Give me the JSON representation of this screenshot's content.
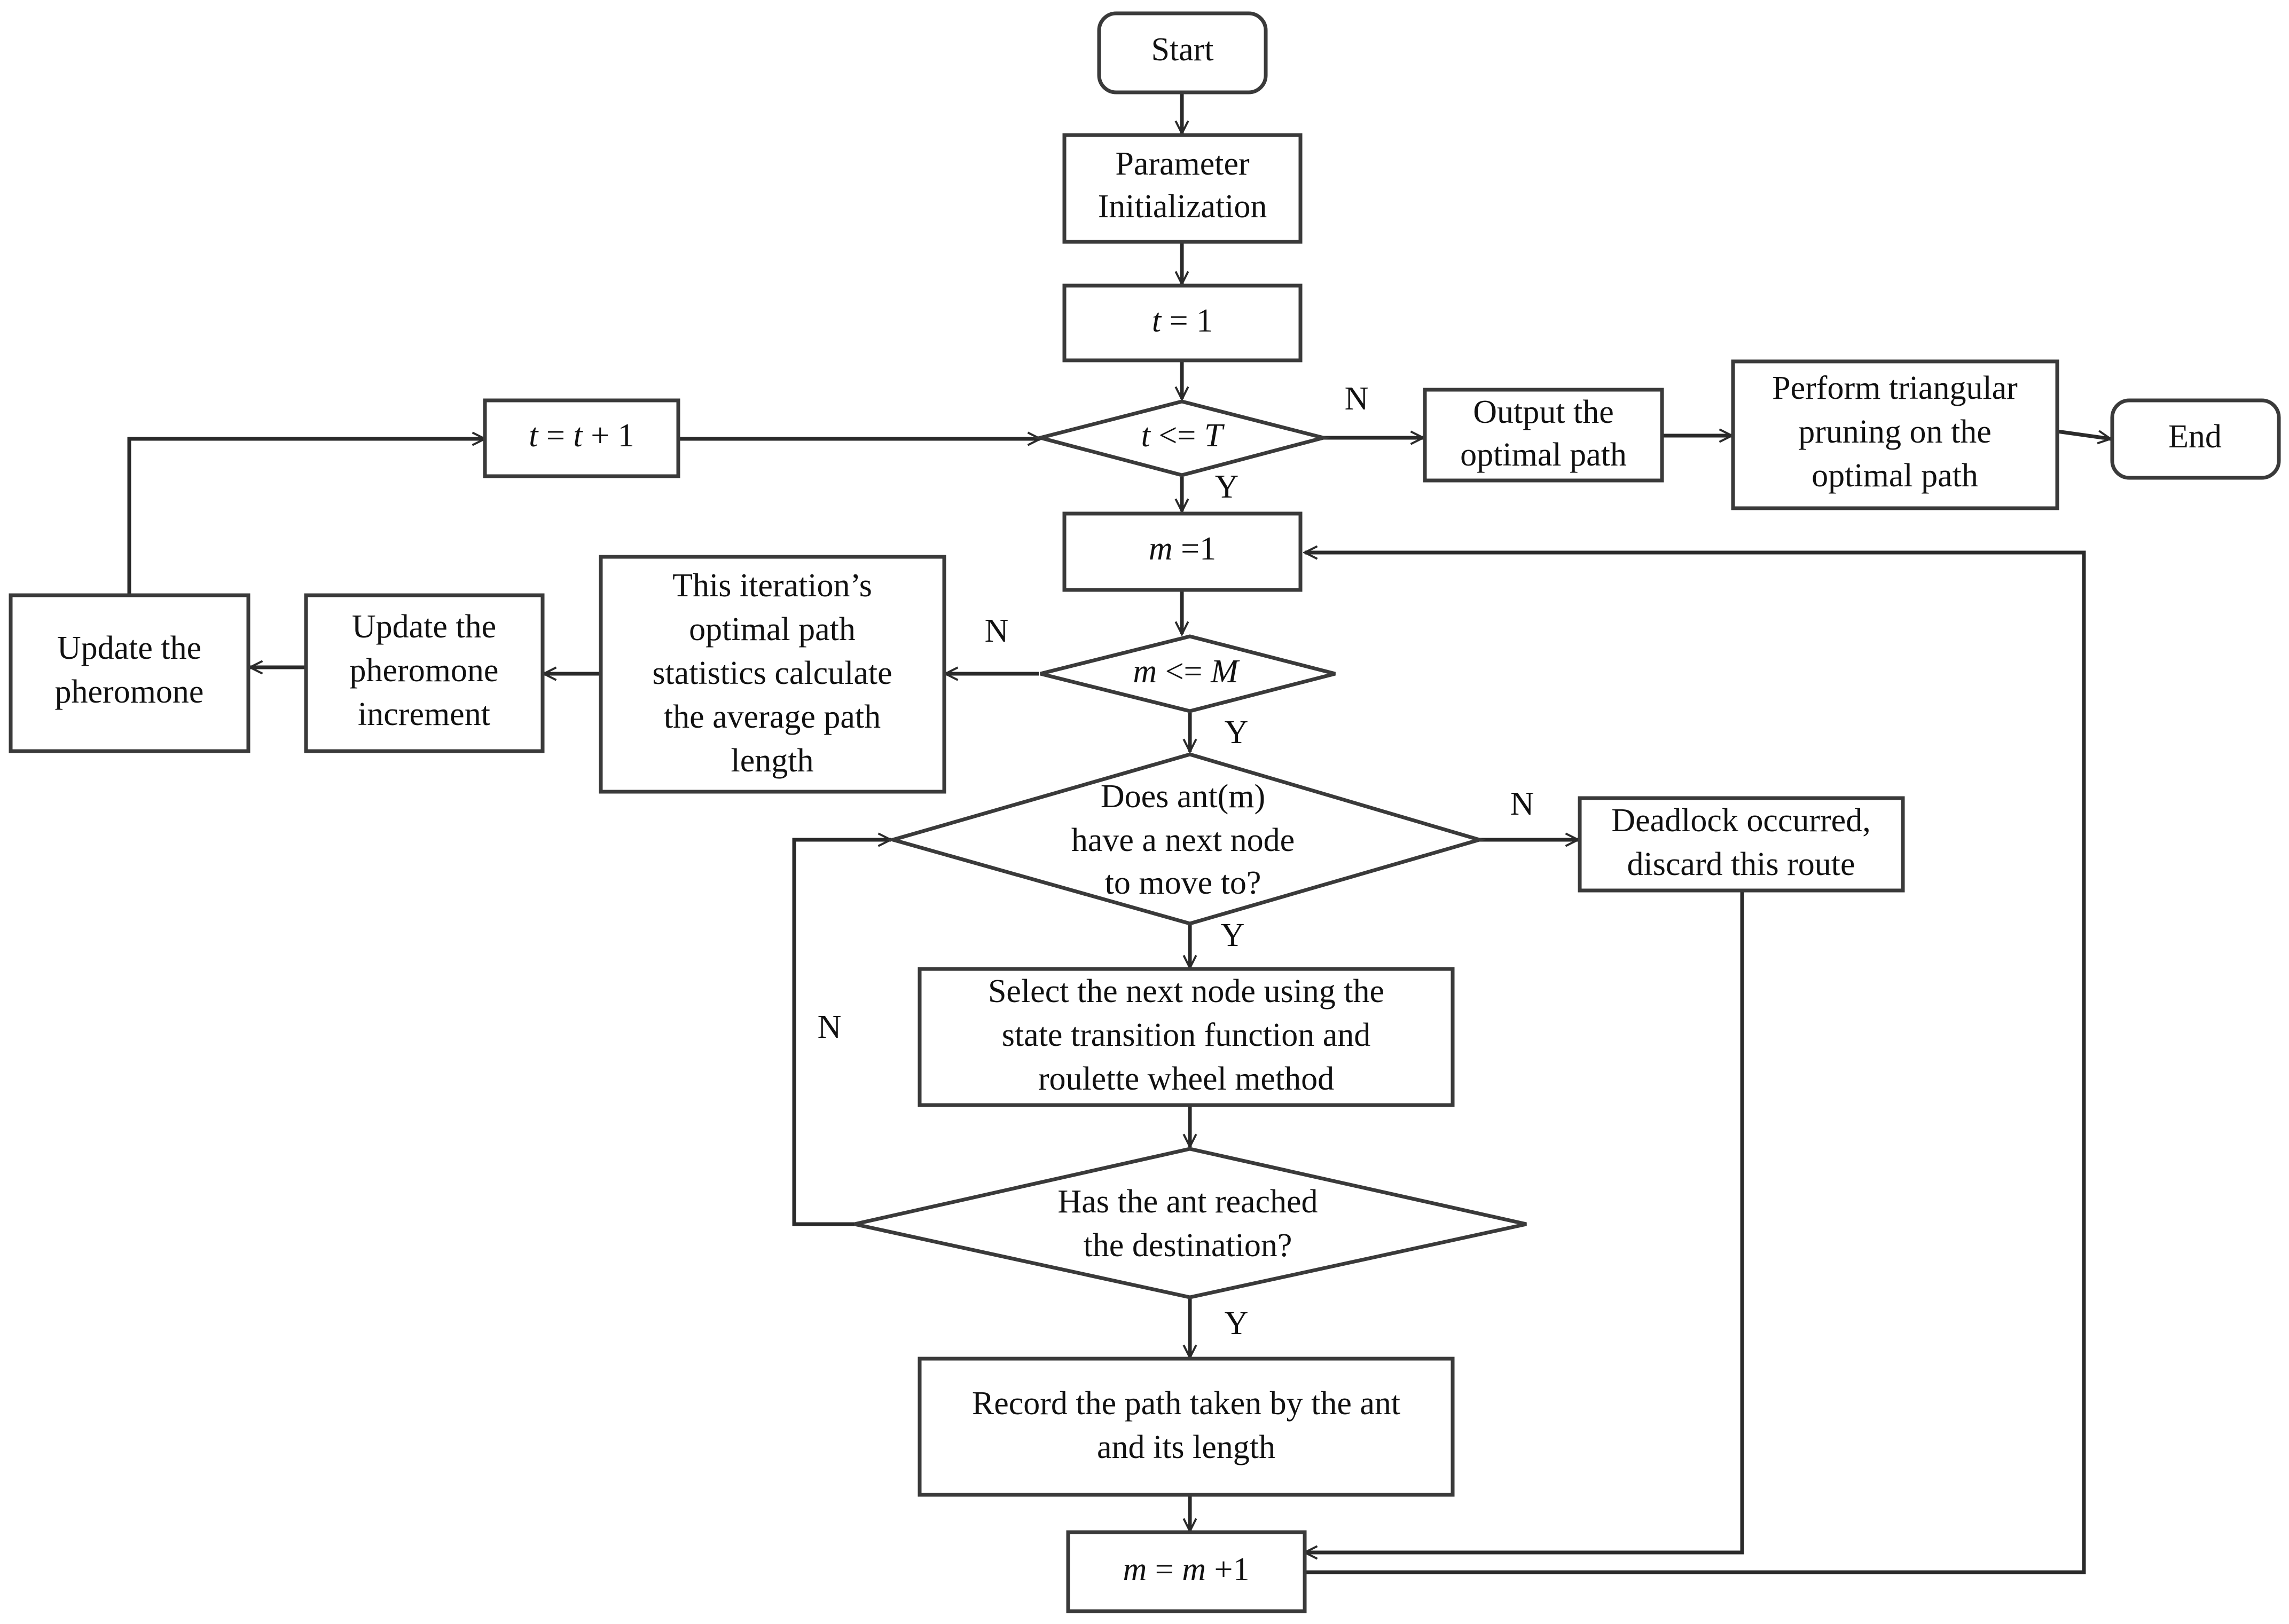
{
  "nodes": {
    "start": "Start",
    "param_init": [
      "Parameter",
      "Initialization"
    ],
    "t_init": {
      "var": "t",
      "rest": " = 1"
    },
    "t_check": {
      "var": "t",
      "op": " <= ",
      "limit": "T"
    },
    "t_inc": {
      "a": "t",
      "eq": " = ",
      "b": "t",
      "plus": " + 1"
    },
    "output": [
      "Output the",
      "optimal path"
    ],
    "pruning": [
      "Perform triangular",
      "pruning on the",
      "optimal path"
    ],
    "end": "End",
    "m_init": {
      "var": "m",
      "rest": " =1"
    },
    "m_check": {
      "var": "m",
      "op": " <= ",
      "limit": "M"
    },
    "stats": [
      "This iteration’s",
      "optimal path",
      "statistics calculate",
      "the average path",
      "length"
    ],
    "increment": [
      "Update the",
      "pheromone",
      "increment"
    ],
    "update": [
      "Update the",
      "pheromone"
    ],
    "has_next": [
      "Does ant(m)",
      "have a next node",
      "to move to?"
    ],
    "deadlock": [
      "Deadlock occurred,",
      "discard this route"
    ],
    "select": [
      "Select the next node using the",
      "state transition function and",
      "roulette wheel method"
    ],
    "reached": [
      "Has the ant reached",
      "the destination?"
    ],
    "record": [
      "Record the path taken by the ant",
      "and its length"
    ],
    "m_inc": {
      "a": "m",
      "eq": " = ",
      "b": "m",
      "plus": " +1"
    }
  },
  "edge_labels": {
    "t_check_no": "N",
    "t_check_yes": "Y",
    "m_check_no": "N",
    "m_check_yes": "Y",
    "has_next_no": "N",
    "has_next_yes": "Y",
    "reached_no": "N",
    "reached_yes": "Y"
  }
}
